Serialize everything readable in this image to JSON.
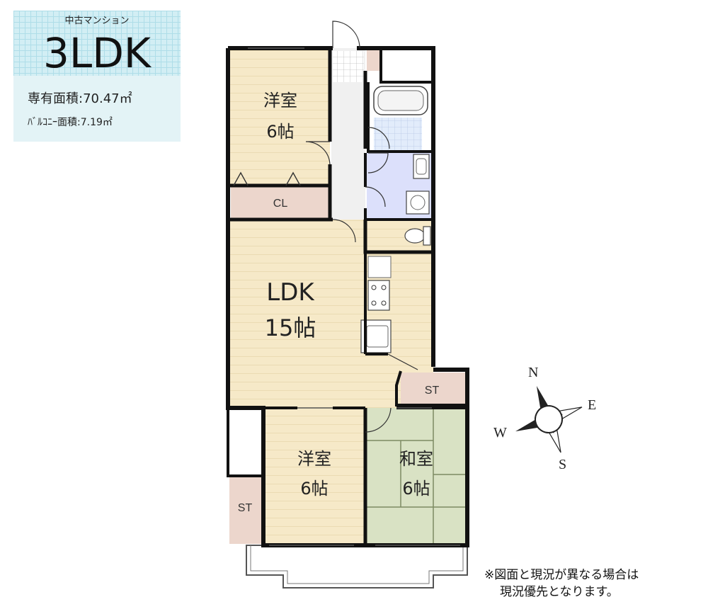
{
  "info": {
    "category": "中古マンション",
    "layout": "3LDK",
    "floor_area": "専有面積:70.47㎡",
    "balcony_area": "ﾊﾞﾙｺﾆｰ面積:7.19㎡"
  },
  "rooms": {
    "western_top": {
      "name": "洋室",
      "size": "6帖"
    },
    "closet": "CL",
    "ldk": {
      "name": "LDK",
      "size": "15帖"
    },
    "storage_right": "ST",
    "western_bottom": {
      "name": "洋室",
      "size": "6帖"
    },
    "japanese": {
      "name": "和室",
      "size": "6帖"
    },
    "storage_left": "ST"
  },
  "compass": {
    "n": "N",
    "e": "E",
    "s": "S",
    "w": "W"
  },
  "note": {
    "line1": "※図面と現況が異なる場合は",
    "line2": "現況優先となります。"
  },
  "colors": {
    "western_floor": "#f6e9c8",
    "tatami": "#d9e2c4",
    "closet": "#ecd6cc",
    "wet_area": "#dce0fb",
    "wall": "#111111"
  }
}
